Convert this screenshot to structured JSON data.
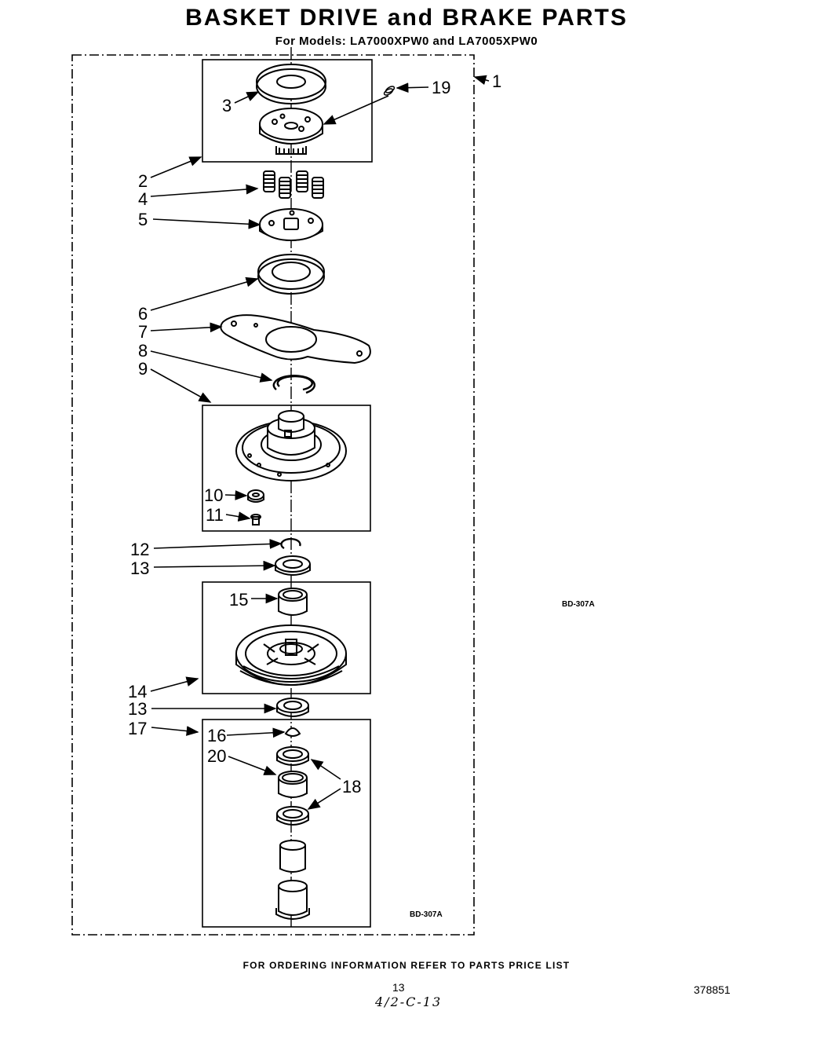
{
  "title": "BASKET DRIVE and BRAKE PARTS",
  "subtitle": "For Models: LA7000XPW0 and LA7005XPW0",
  "callouts": {
    "c1": "1",
    "c2": "2",
    "c3": "3",
    "c4": "4",
    "c5": "5",
    "c6": "6",
    "c7": "7",
    "c8": "8",
    "c9": "9",
    "c10": "10",
    "c11": "11",
    "c12": "12",
    "c13a": "13",
    "c13b": "13",
    "c14": "14",
    "c15": "15",
    "c16": "16",
    "c17": "17",
    "c18": "18",
    "c19": "19",
    "c20": "20"
  },
  "drawing_code_right": "BD-307A",
  "drawing_code_inner": "BD-307A",
  "footer": "FOR ORDERING INFORMATION REFER TO PARTS PRICE LIST",
  "page_number": "13",
  "handwritten_note": "4/2-C-13",
  "document_number": "378851"
}
